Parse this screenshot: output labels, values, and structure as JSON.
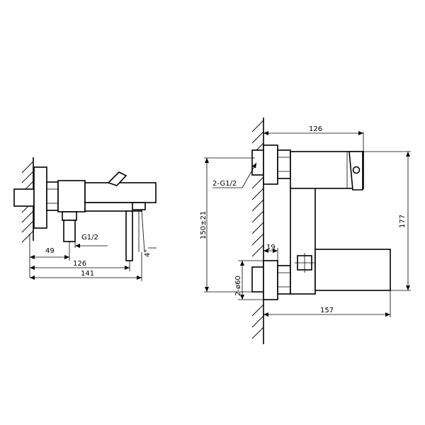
{
  "drawing": {
    "side_view": {
      "dim_thread": "G1/2",
      "dim_49": "49",
      "dim_126": "126",
      "dim_141": "141",
      "dim_angle": "4°"
    },
    "front_view": {
      "dim_126": "126",
      "dim_connection": "2-G1/2",
      "dim_150": "150±21",
      "dim_177": "177",
      "dim_19": "19",
      "dim_diameter": "2-ø60",
      "dim_157": "157"
    }
  }
}
